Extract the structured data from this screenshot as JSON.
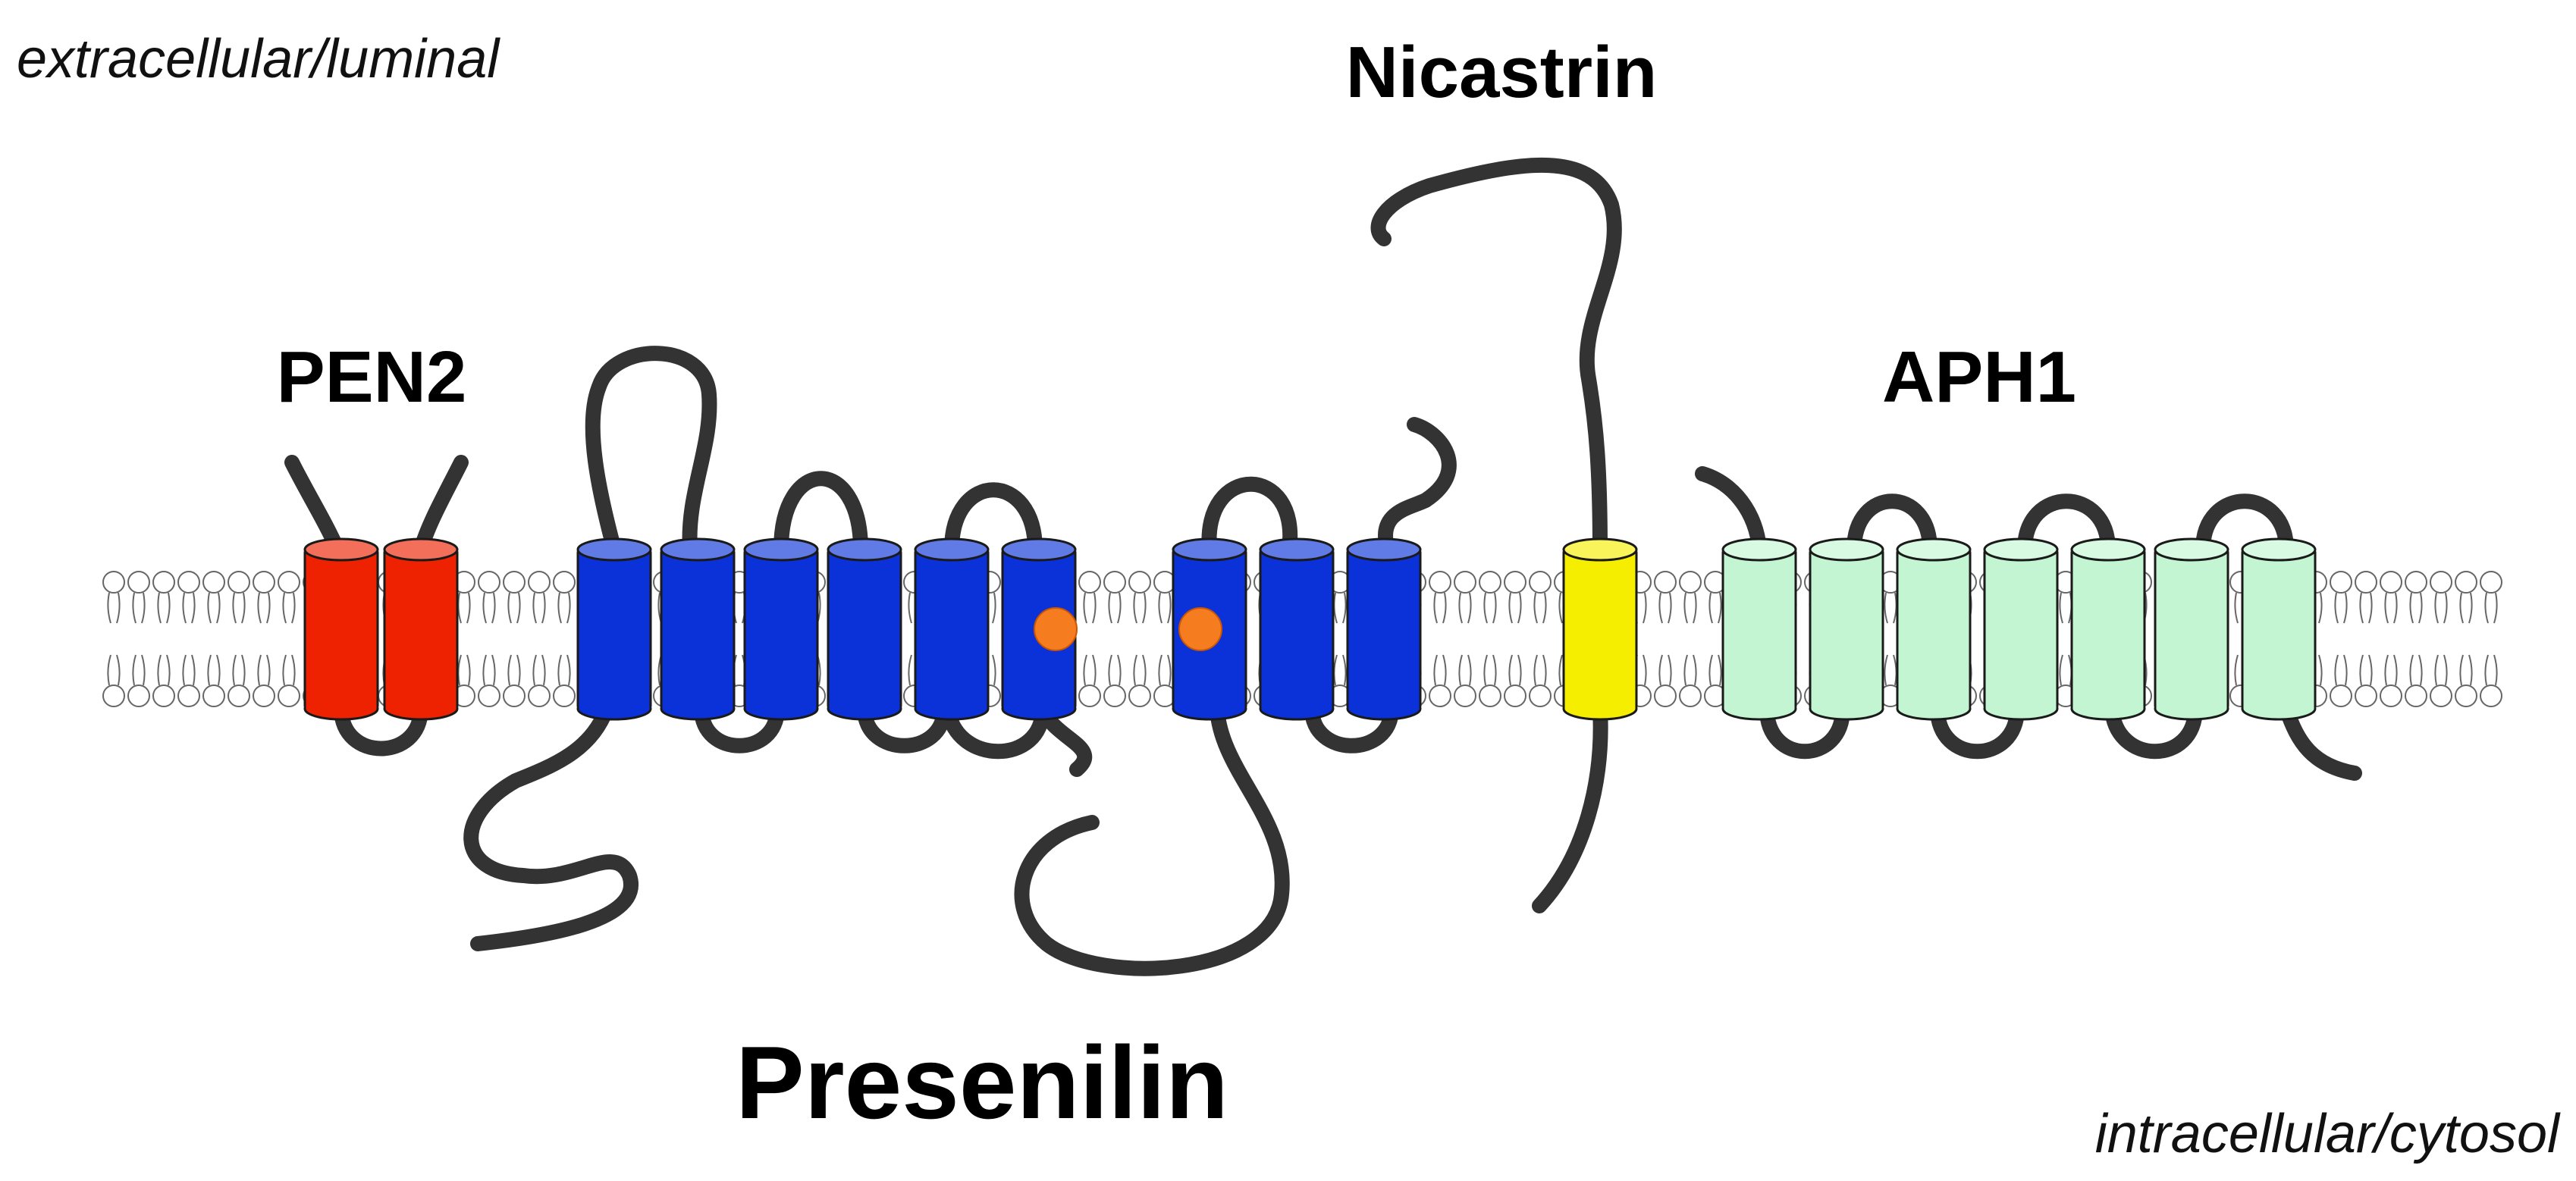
{
  "regions": {
    "extracellular": "extracellular/luminal",
    "intracellular": "intracellular/cytosol"
  },
  "proteins": {
    "pen2": {
      "label": "PEN2",
      "helix_count": 2,
      "color": "#ee2200"
    },
    "presenilin": {
      "label": "Presenilin",
      "helix_count": 9,
      "color": "#0b32d8",
      "catalytic_site_color": "#f57c1f"
    },
    "nicastrin": {
      "label": "Nicastrin",
      "helix_count": 1,
      "color": "#f5ee00"
    },
    "aph1": {
      "label": "APH1",
      "helix_count": 7,
      "color": "#c3f5d2"
    }
  },
  "colors": {
    "loop": "#333333",
    "membrane": "#666666"
  }
}
